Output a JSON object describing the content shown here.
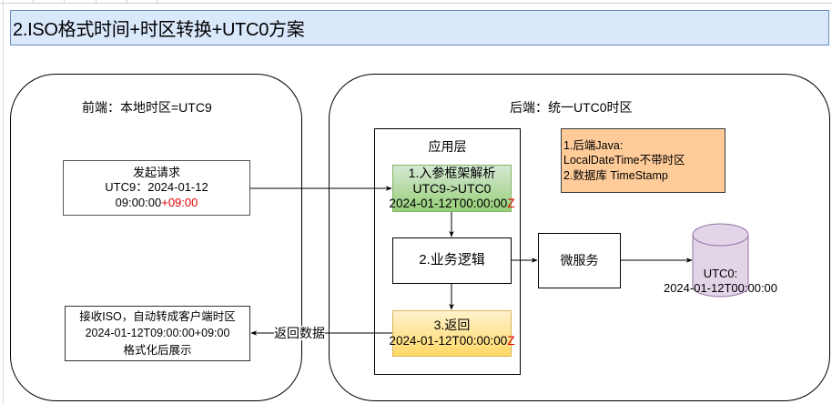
{
  "title": "2.ISO格式时间+时区转换+UTC0方案",
  "frontend": {
    "title": "前端：本地时区=UTC9",
    "request_box": {
      "line1": "发起请求",
      "line2": "UTC9：2024-01-12",
      "line3_time": "09:00:00",
      "line3_offset": "+09:00"
    },
    "receive_box": {
      "line1": "接收ISO，自动转成客户端时区",
      "line2": "2024-01-12T09:00:00+09:00",
      "line3": "格式化后展示"
    }
  },
  "backend": {
    "title": "后端：统一UTC0时区",
    "app_layer": {
      "title": "应用层",
      "parse_box": {
        "line1": "1.入参框架解析",
        "line2": "UTC9->UTC0",
        "line3_time": "2024-01-12T00:00:00",
        "line3_suffix": "Z"
      },
      "logic_box": {
        "label": "2.业务逻辑"
      },
      "return_box": {
        "line1": "3.返回",
        "line2_time": "2024-01-12T00:00:00",
        "line2_suffix": "Z"
      }
    },
    "note": {
      "line1": "1.后端Java:",
      "line2": "LocalDateTime不带时区",
      "line3": "2.数据库 TimeStamp"
    },
    "microservice": {
      "label": "微服务"
    },
    "database": {
      "line1": "UTC0:",
      "line2": "2024-01-12T00:00:00"
    }
  },
  "edges": {
    "return_label": "返回数据"
  },
  "colors": {
    "title_fill": "#dae8fc",
    "title_stroke": "#6c8ebf",
    "green_fill": "#d5e8d4",
    "green_stroke": "#82b366",
    "yellow_fill": "#fff2cc",
    "yellow_stroke": "#d6b656",
    "orange_fill": "#ffcc99",
    "db_fill": "#e1d5e7",
    "db_stroke": "#9673a6",
    "accent_red": "#e00000"
  }
}
